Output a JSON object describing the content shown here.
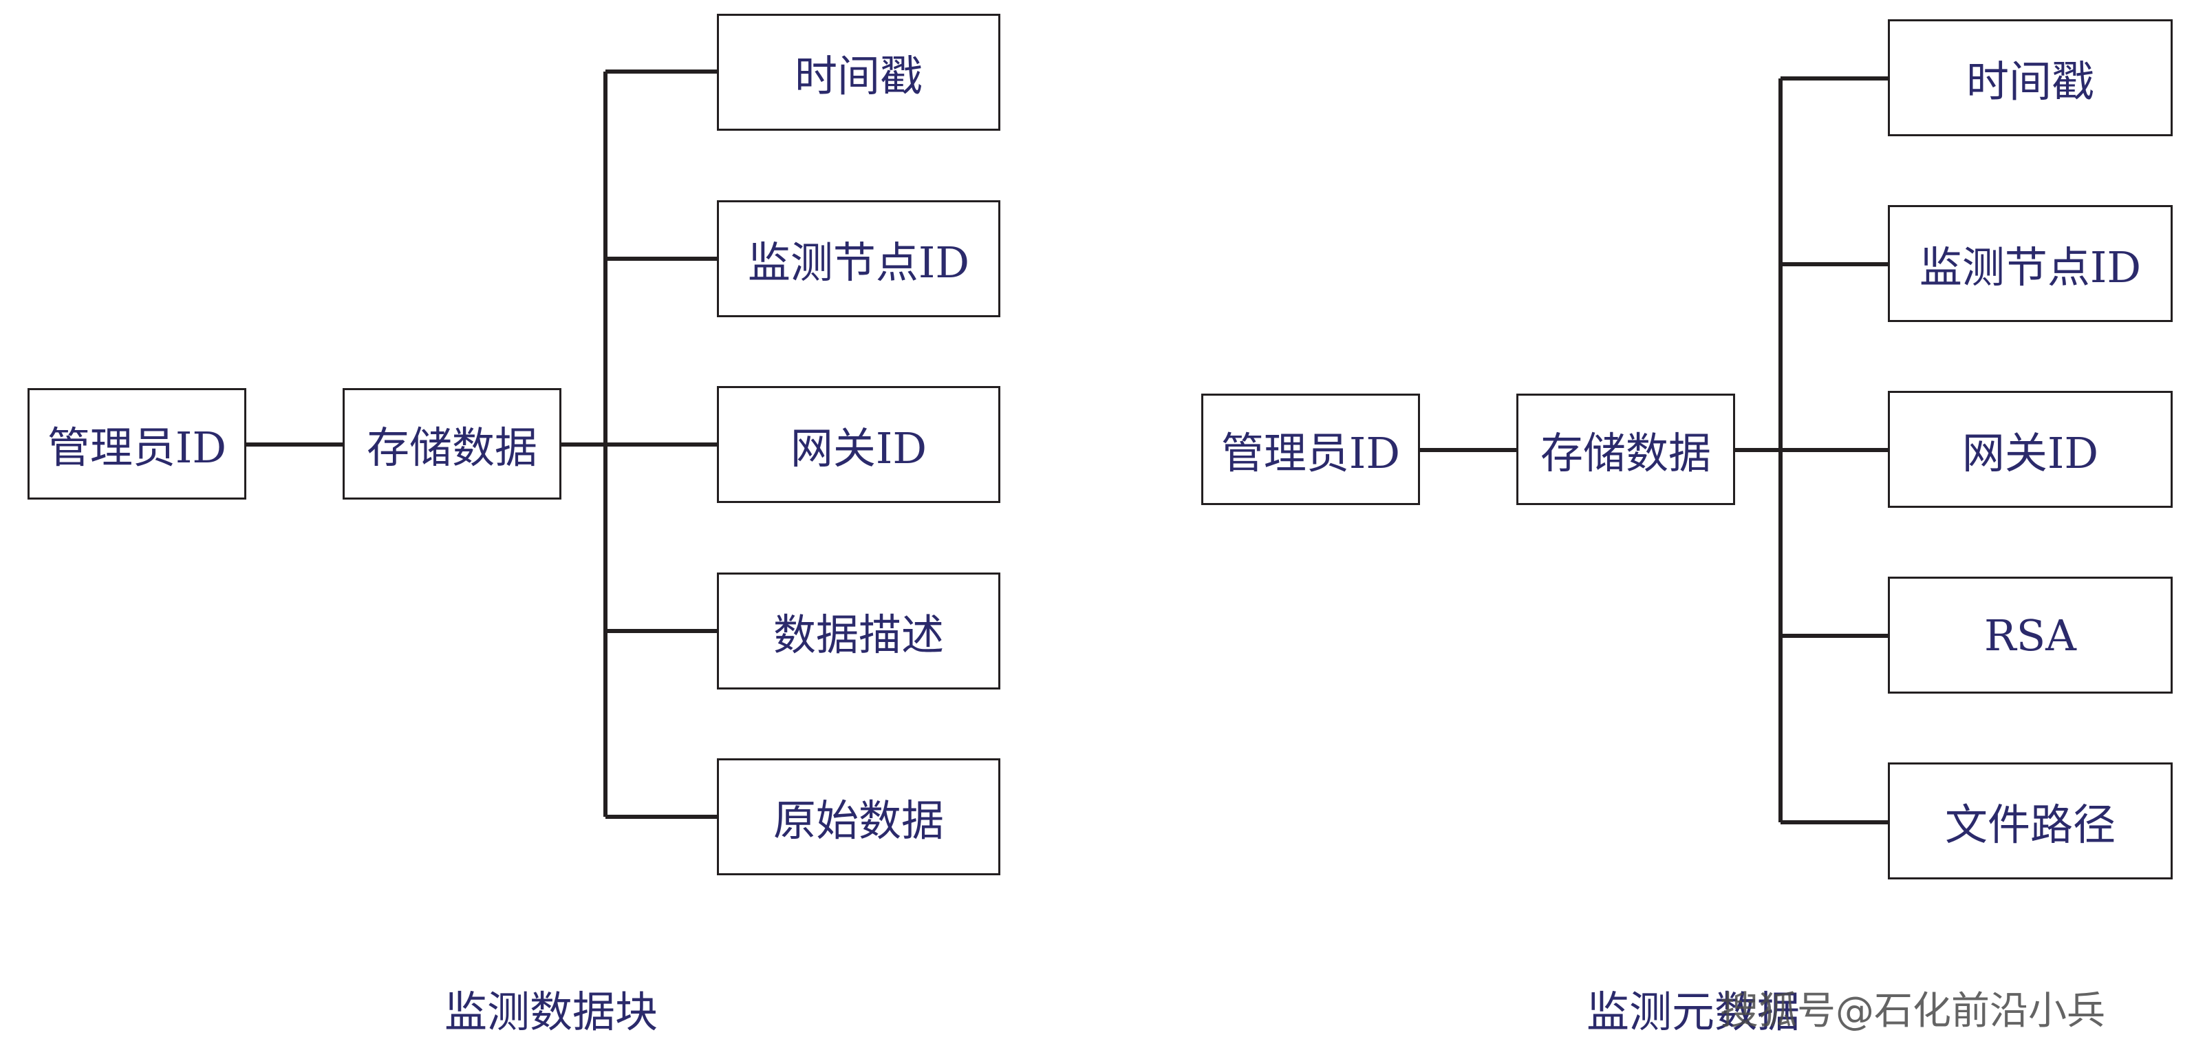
{
  "left": {
    "admin": "管理员ID",
    "store": "存储数据",
    "fields": [
      "时间戳",
      "监测节点ID",
      "网关ID",
      "数据描述",
      "原始数据"
    ],
    "caption": "监测数据块"
  },
  "right": {
    "admin": "管理员ID",
    "store": "存储数据",
    "fields": [
      "时间戳",
      "监测节点ID",
      "网关ID",
      "RSA",
      "文件路径"
    ],
    "caption": "监测元数据"
  },
  "watermark": "搜狐号@石化前沿小兵",
  "colors": {
    "text": "#2b2a6b",
    "line": "#231f20"
  }
}
